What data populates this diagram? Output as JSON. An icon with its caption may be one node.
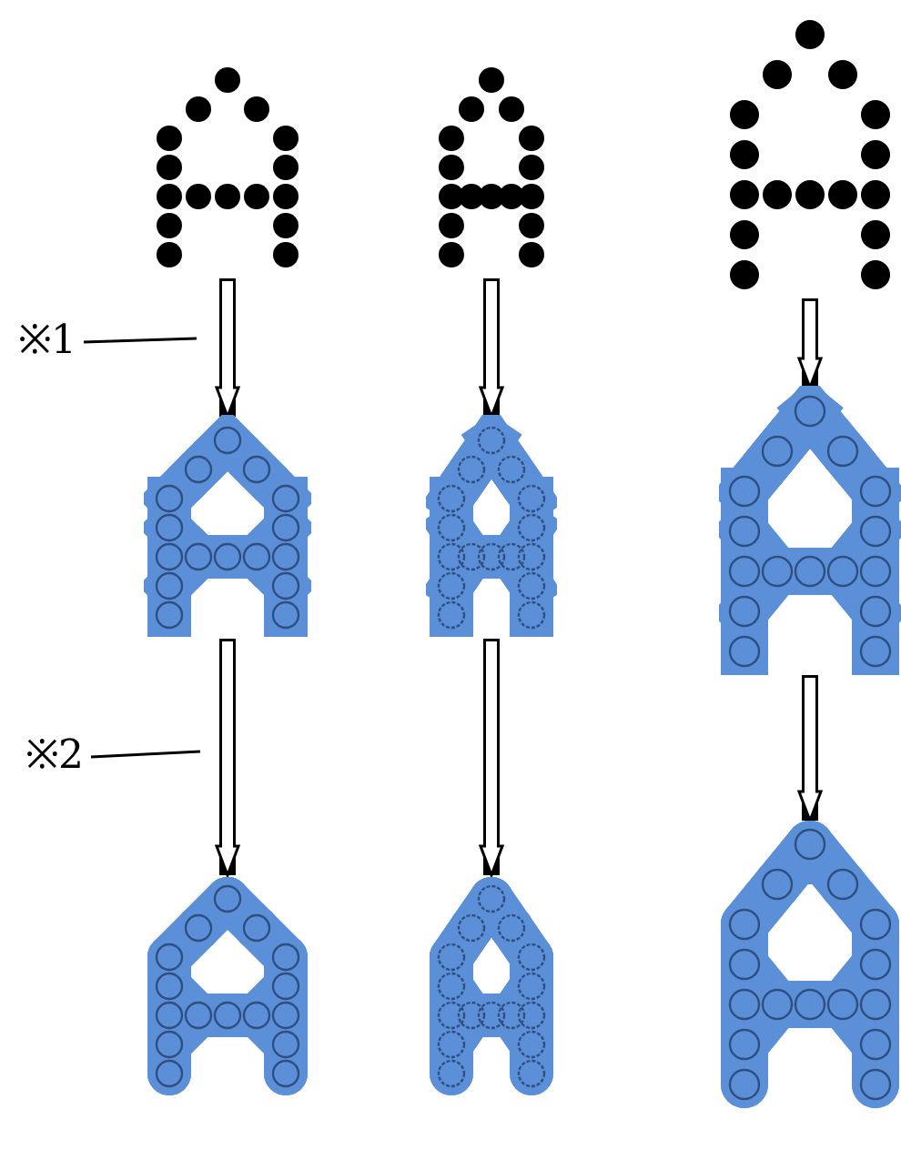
{
  "diagram": {
    "nodes": [
      {
        "text": [],
        "shape": "picture"
      },
      {
        "text": [],
        "shape": "picture"
      },
      {
        "text": [],
        "shape": "picture"
      },
      {
        "text": [],
        "shape": "picture"
      },
      {
        "text": [],
        "shape": "picture"
      },
      {
        "text": [],
        "shape": "picture"
      },
      {
        "text": [],
        "shape": "picture"
      },
      {
        "text": [],
        "shape": "picture"
      },
      {
        "text": [],
        "shape": "picture"
      },
      {
        "text": [
          "※1"
        ]
      },
      {
        "text": [
          "※2"
        ]
      }
    ],
    "edges": [
      {
        "from": 0,
        "to": 3,
        "arrow": "to"
      },
      {
        "from": 1,
        "to": 4,
        "arrow": "to"
      },
      {
        "from": 2,
        "to": 5,
        "arrow": "to"
      },
      {
        "from": 3,
        "to": 6,
        "arrow": "to"
      },
      {
        "from": 4,
        "to": 7,
        "arrow": "to"
      },
      {
        "from": 5,
        "to": 8,
        "arrow": "to"
      },
      {
        "from": 9,
        "to": null,
        "arrow": "none"
      },
      {
        "from": 10,
        "to": null,
        "arrow": "none"
      }
    ]
  }
}
